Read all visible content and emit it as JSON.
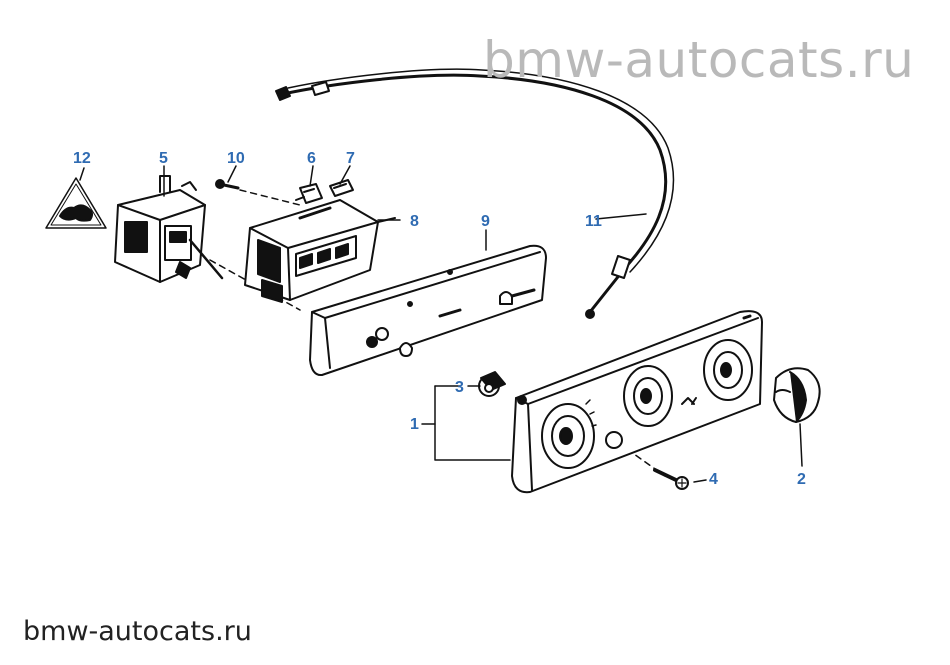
{
  "watermark": {
    "top_text": "bmw-autocats.ru",
    "bottom_text": "bmw-autocats.ru"
  },
  "callouts": [
    "1",
    "2",
    "3",
    "4",
    "5",
    "6",
    "7",
    "8",
    "9",
    "10",
    "11",
    "12"
  ],
  "colors": {
    "callout": "#2f6bb2",
    "linework": "#111111",
    "watermark_top": "#b9b9b9",
    "watermark_bottom": "#222222"
  }
}
